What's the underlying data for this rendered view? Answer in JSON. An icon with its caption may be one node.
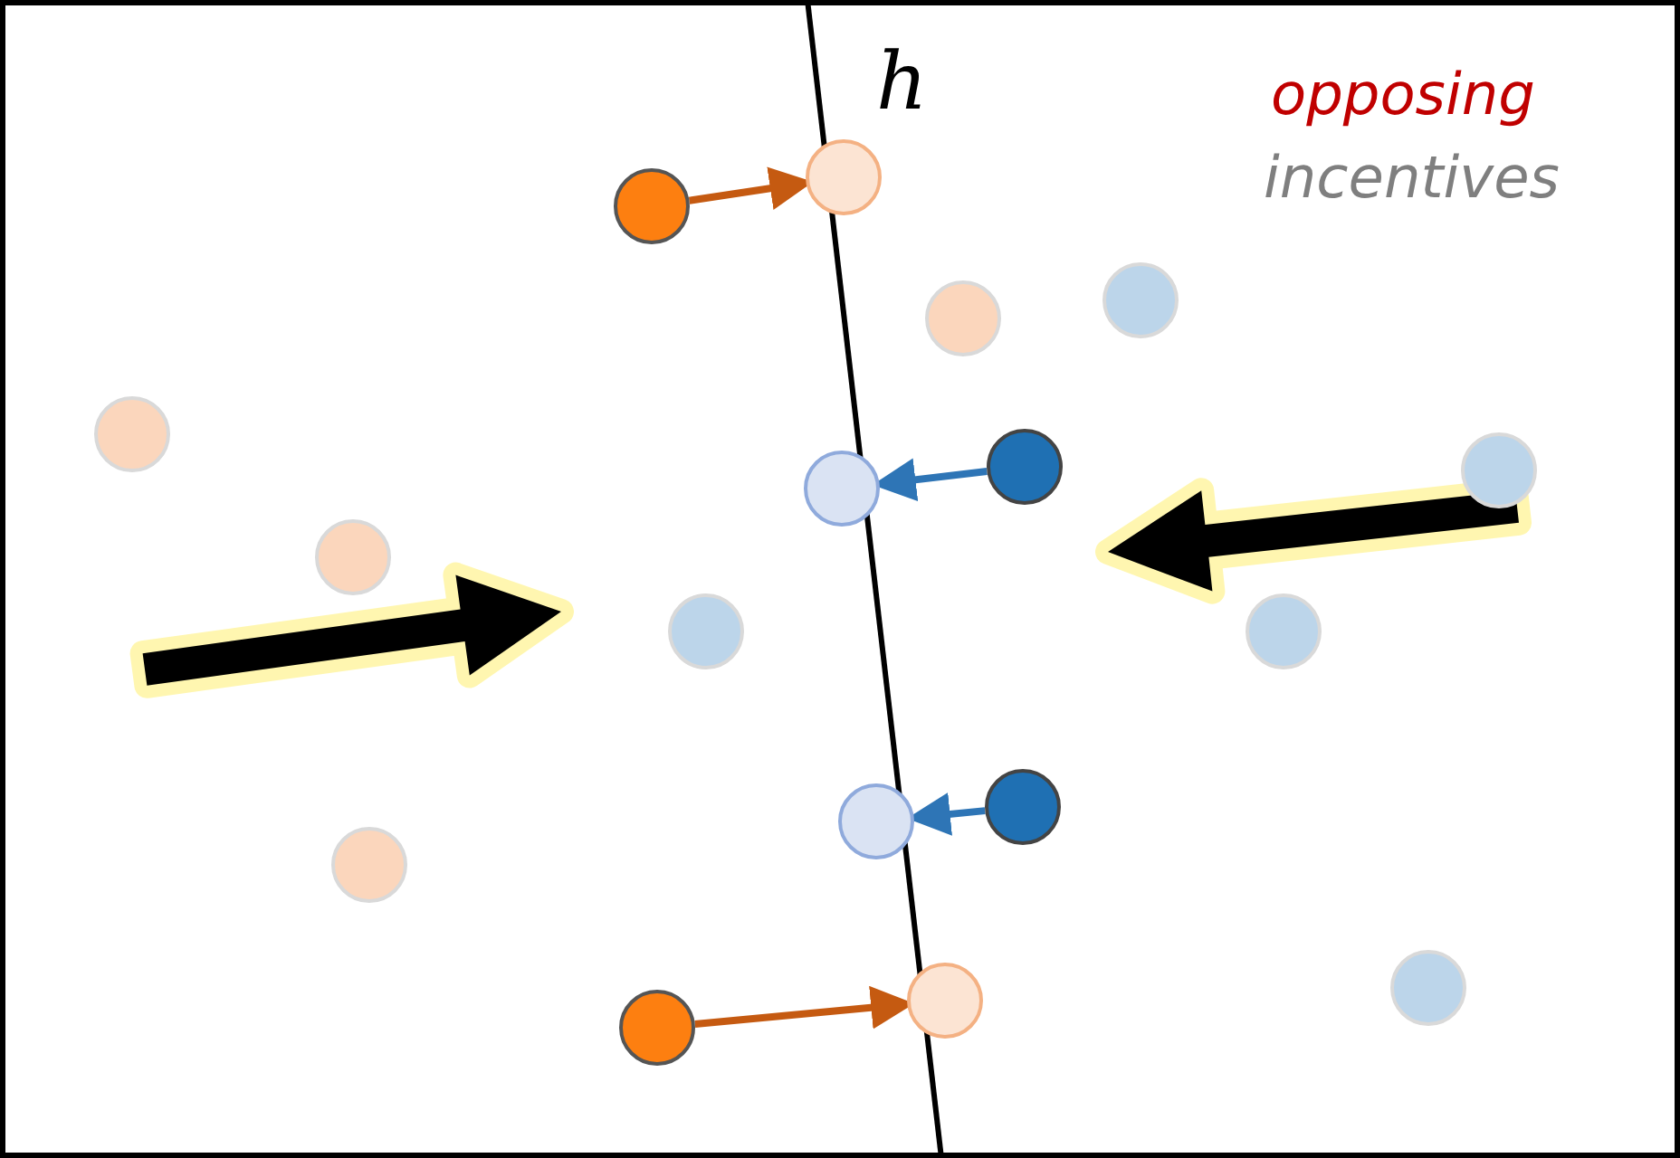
{
  "diagram": {
    "nodes": [
      {
        "text": [],
        "shape": "circle"
      },
      {
        "text": [],
        "shape": "circle"
      },
      {
        "text": [],
        "shape": "circle"
      },
      {
        "text": [],
        "shape": "circle"
      },
      {
        "text": [],
        "shape": "circle"
      },
      {
        "text": [],
        "shape": "circle"
      },
      {
        "text": [],
        "shape": "circle"
      },
      {
        "text": [],
        "shape": "circle"
      },
      {
        "text": [],
        "shape": "circle"
      },
      {
        "text": [],
        "shape": "circle"
      },
      {
        "text": [],
        "shape": "circle"
      },
      {
        "text": [],
        "shape": "circle"
      },
      {
        "text": [],
        "shape": "circle"
      },
      {
        "text": [],
        "shape": "circle"
      },
      {
        "text": [],
        "shape": "circle"
      },
      {
        "text": [],
        "shape": "circle"
      },
      {
        "text": [],
        "shape": "circle"
      }
    ],
    "edges": [
      {
        "from": 0,
        "to": 1,
        "arrow": "to",
        "color": "#c55a11"
      },
      {
        "from": 5,
        "to": 6,
        "arrow": "to",
        "color": "#2e75b6"
      },
      {
        "from": 11,
        "to": 12,
        "arrow": "to",
        "color": "#2e75b6"
      },
      {
        "from": 15,
        "to": 16,
        "arrow": "to",
        "color": "#c55a11"
      }
    ],
    "labels": [
      "h",
      "opposing",
      "incentives"
    ]
  }
}
